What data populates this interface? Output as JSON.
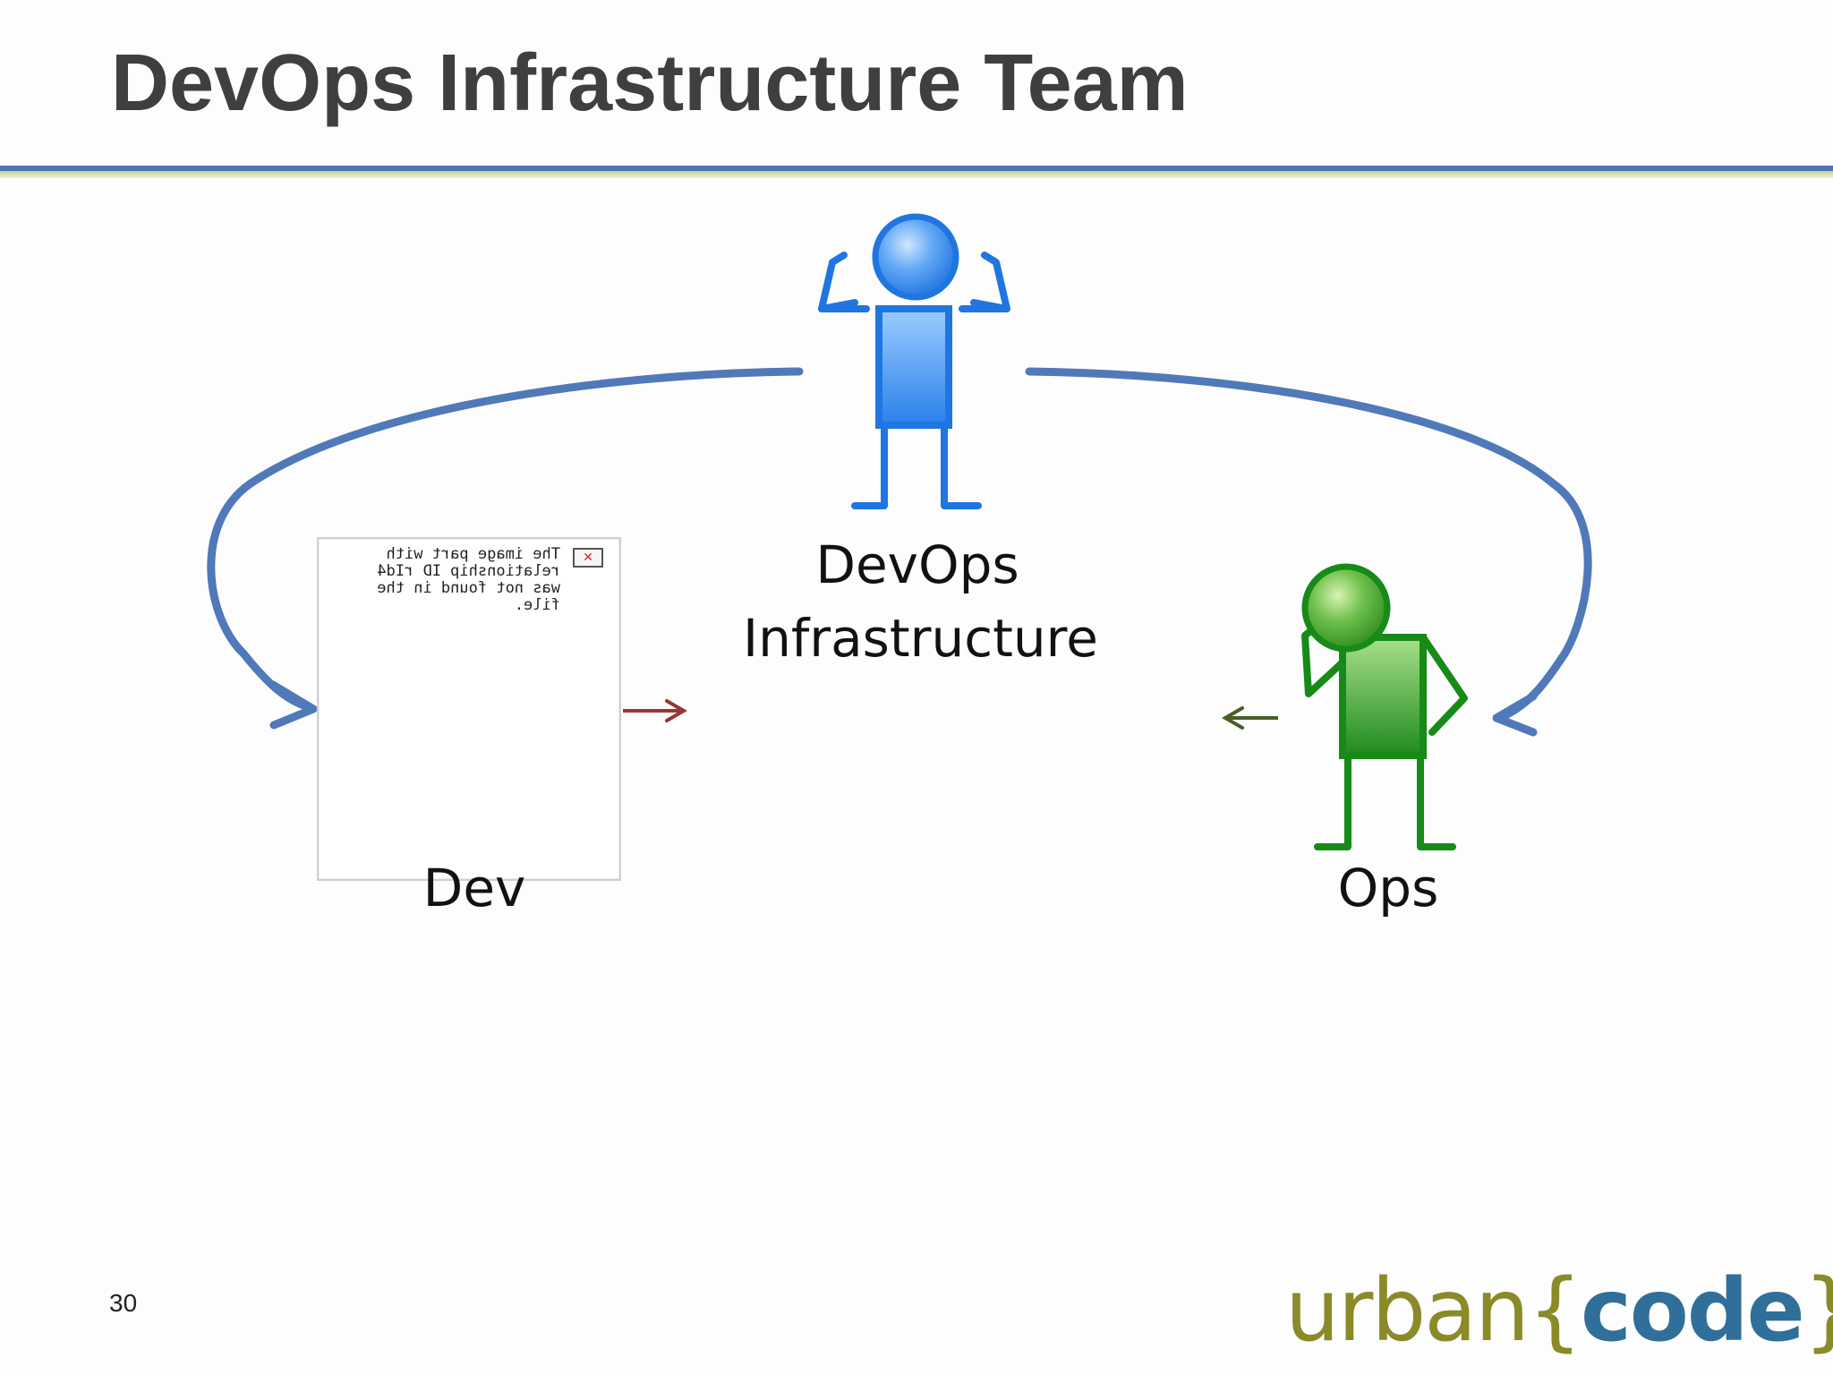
{
  "slide": {
    "title": "DevOps Infrastructure Team",
    "page_number": "30"
  },
  "diagram": {
    "nodes": [
      {
        "id": "devops",
        "label_line1": "DevOps",
        "label_line2": "Infrastructure",
        "figure": "blue-strongman-figure",
        "color": "#2b7fe0"
      },
      {
        "id": "dev",
        "label": "Dev",
        "figure": "broken-image-placeholder"
      },
      {
        "id": "ops",
        "label": "Ops",
        "figure": "green-thinking-figure",
        "color": "#1a8a1a"
      }
    ],
    "edges": [
      {
        "from": "devops",
        "to": "dev",
        "style": "curved-arrow",
        "color": "#4f7fc0"
      },
      {
        "from": "devops",
        "to": "ops",
        "style": "curved-arrow",
        "color": "#4f7fc0"
      },
      {
        "from": "dev",
        "to": "devops",
        "style": "small-arrow",
        "color": "#9b3535"
      },
      {
        "from": "ops",
        "to": "devops",
        "style": "small-arrow",
        "color": "#4a5e2a"
      }
    ],
    "broken_image_text": "The image part with relationship ID rId4 was not found in the file."
  },
  "logo": {
    "urban": "urban",
    "open_brace": "{",
    "code": "code",
    "close_brace": "}"
  },
  "colors": {
    "title": "#3f3f3f",
    "rule_blue": "#4f73b5",
    "rule_olive": "#c8cf8f",
    "arc": "#4f7fc0"
  }
}
